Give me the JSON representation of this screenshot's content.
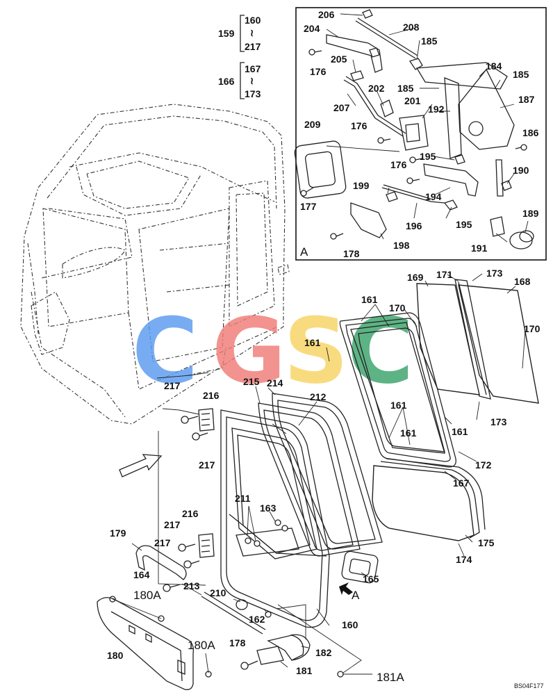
{
  "diagram_code": "BS04F177",
  "detail_label": "A",
  "view_arrow_label": "A",
  "watermark": {
    "letters": [
      "C",
      "G",
      "S",
      "C"
    ],
    "colors": [
      "#5b9bf0",
      "#f07c78",
      "#f8d464",
      "#3aa36a"
    ]
  },
  "group_labels": [
    {
      "parent": "159",
      "from": "160",
      "to": "217",
      "sep": "≀"
    },
    {
      "parent": "166",
      "from": "167",
      "to": "173",
      "sep": "≀"
    }
  ],
  "part_labels": [
    "206",
    "208",
    "204",
    "185",
    "176",
    "205",
    "184",
    "185",
    "185",
    "202",
    "187",
    "207",
    "201",
    "192",
    "209",
    "176",
    "186",
    "176",
    "195",
    "190",
    "199",
    "194",
    "177",
    "195",
    "189",
    "196",
    "198",
    "178",
    "191",
    "169",
    "171",
    "173",
    "168",
    "161",
    "170",
    "170",
    "161",
    "214",
    "161",
    "215",
    "212",
    "217",
    "216",
    "173",
    "161",
    "161",
    "172",
    "217",
    "167",
    "211",
    "163",
    "216",
    "217",
    "179",
    "175",
    "217",
    "174",
    "164",
    "165",
    "180A",
    "213",
    "210",
    "162",
    "160",
    "178",
    "182",
    "180A",
    "180",
    "181",
    "181A"
  ]
}
